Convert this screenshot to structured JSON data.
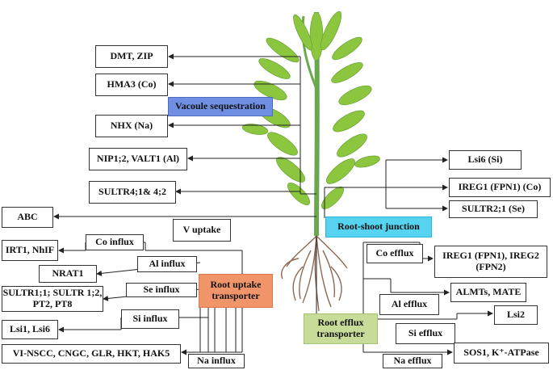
{
  "labels": {
    "dmt_zip": "DMT, ZIP",
    "hma3": "HMA3 (Co)",
    "vacuole": "Vacoule sequestration",
    "nhx": "NHX (Na)",
    "nip": "NIP1;2, VALT1 (Al)",
    "sultr4": "SULTR4;1& 4;2",
    "abc": "ABC",
    "v_uptake": "V uptake",
    "irt1": "IRT1, NhIF",
    "co_influx": "Co influx",
    "al_influx": "Al influx",
    "nrat1": "NRAT1",
    "se_influx": "Se influx",
    "sultr1": "SULTR1;1; SULTR 1;2, PT2, PT8",
    "root_uptake": "Root uptake transporter",
    "si_influx": "Si influx",
    "lsi1": "Lsi1, Lsi6",
    "vi_nscc": "VI-NSCC, CNGC, GLR, HKT, HAK5",
    "na_influx": "Na influx",
    "lsi6": "Lsi6 (Si)",
    "ireg1_co": "IREG1 (FPN1) (Co)",
    "sultr2": "SULTR2;1 (Se)",
    "root_shoot": "Root-shoot junction",
    "co_efflux": "Co efflux",
    "ireg1_2": "IREG1 (FPN1), IREG2 (FPN2)",
    "al_efflux": "Al efflux",
    "almt": "ALMTs, MATE",
    "root_efflux": "Root efflux transporter",
    "si_efflux": "Si efflux",
    "lsi2": "Lsi2",
    "na_efflux": "Na efflux",
    "sos1": "SOS1, K⁺-ATPase"
  },
  "colors": {
    "vacuole": "#6f8fe3",
    "root_shoot": "#55d3ef",
    "root_uptake": "#f0956a",
    "root_efflux": "#c8dc9a",
    "leaf": "#8cc63f",
    "stem": "#6aa84f",
    "root": "#8b6a55"
  }
}
